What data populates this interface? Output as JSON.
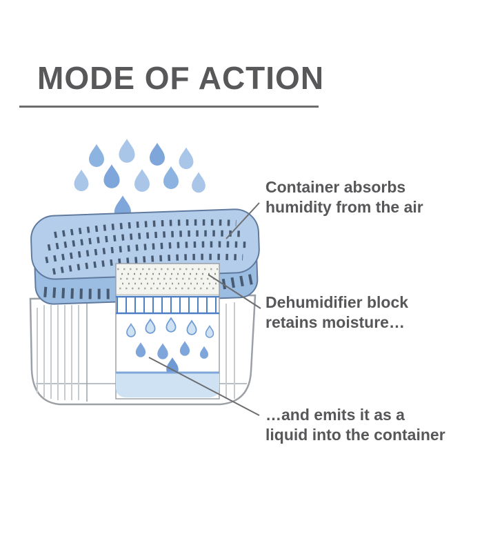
{
  "title": "MODE OF ACTION",
  "annotations": [
    {
      "line1": "Container absorbs",
      "line2": "humidity from the air"
    },
    {
      "line1": "Dehumidifier block",
      "line2": "retains moisture…"
    },
    {
      "line1": "…and emits it as a",
      "line2": "liquid into the container"
    }
  ],
  "illustration": {
    "falling_droplet_count": 10,
    "parts": [
      "falling-water-droplets",
      "perforated-lid",
      "dehumidifier-block",
      "grate",
      "inner-droplets",
      "liquid-pool",
      "container-body"
    ]
  },
  "colors": {
    "heading_text": "#58585a",
    "annotation_text": "#57575a",
    "leader_line": "#6d6d70",
    "droplet_blue": "#7fa6da",
    "droplet_light_blue": "#a9c6e8",
    "lid_blue": "#b3cdea",
    "lid_rim_blue": "#9cbde2",
    "lid_slot_dark": "#475a71",
    "grate_blue": "#4d7fc4",
    "liquid_pool_blue": "#cfe2f4",
    "outline_gray": "#9aa0a6"
  }
}
